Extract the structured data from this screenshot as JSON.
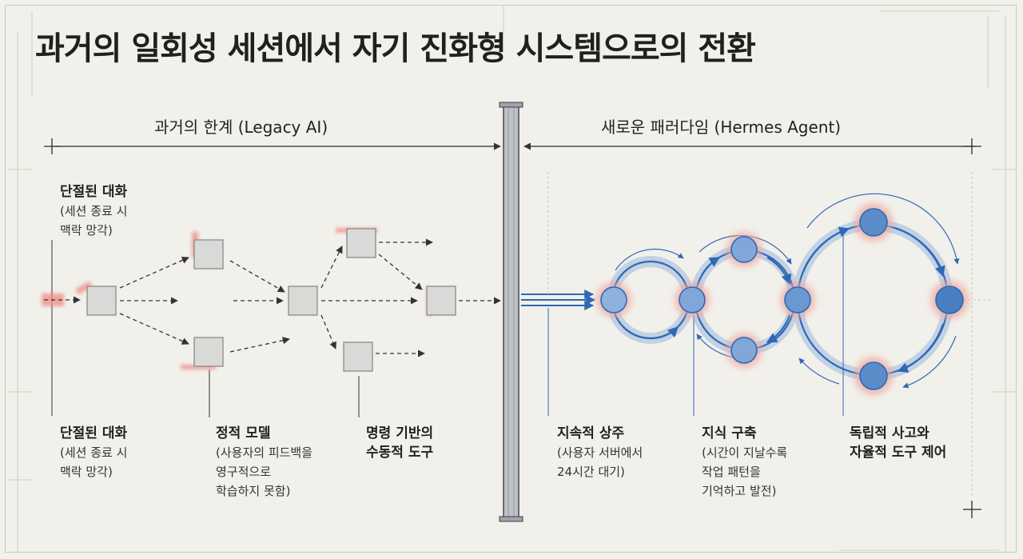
{
  "title": "과거의 일회성 세션에서 자기 진화형 시스템으로의 전환",
  "legacy": {
    "heading": "과거의 한계 (Legacy AI)",
    "labels": [
      {
        "title": "단절된 대화",
        "lines": [
          "(세션 종료 시",
          "맥락 망각)"
        ]
      },
      {
        "title": "단절된 대화",
        "lines": [
          "(세션 종료 시",
          "맥락 망각)"
        ]
      },
      {
        "title": "정적 모델",
        "lines": [
          "(사용자의 피드백을",
          "영구적으로",
          "학습하지 못함)"
        ]
      },
      {
        "title": "명령 기반의",
        "title2": "수동적 도구",
        "lines": []
      }
    ]
  },
  "paradigm": {
    "heading": "새로운 패러다임 (Hermes Agent)",
    "labels": [
      {
        "title": "지속적 상주",
        "lines": [
          "(사용자 서버에서",
          "24시간 대기)"
        ]
      },
      {
        "title": "지식 구축",
        "lines": [
          "(시간이 지날수록",
          "작업 패턴을",
          "기억하고 발전)"
        ]
      },
      {
        "title": "독립적 사고와",
        "title2": "자율적 도구 제어",
        "lines": []
      }
    ]
  },
  "colors": {
    "background": "#f1f0ea",
    "blue_node": "#6b98d0",
    "blue_stroke": "#2f68b4",
    "blue_halo": "#a9c2e2",
    "red_glow": "#f0a79f",
    "grey_box": "#d8d8d6",
    "wall": "#b9bdc3"
  }
}
